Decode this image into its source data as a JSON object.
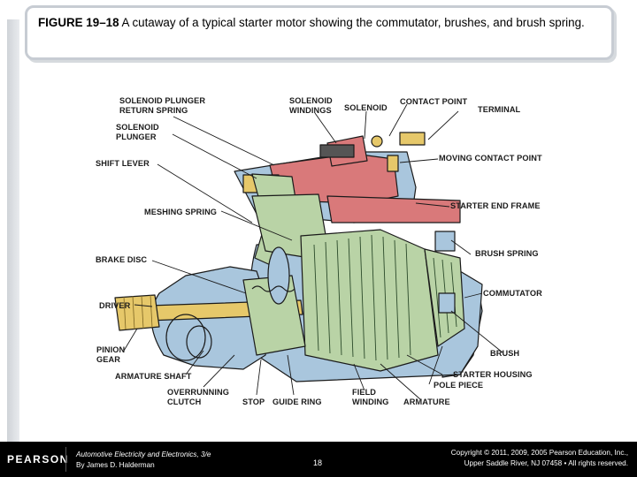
{
  "caption": {
    "figure_id": "FIGURE 19–18",
    "text": " A cutaway of a typical starter motor showing the commutator, brushes, and brush spring."
  },
  "diagram": {
    "labels": {
      "solenoid_plunger_return_spring": [
        "SOLENOID PLUNGER",
        "RETURN SPRING"
      ],
      "solenoid_windings": [
        "SOLENOID",
        "WINDINGS"
      ],
      "solenoid": "SOLENOID",
      "contact_point": "CONTACT POINT",
      "terminal": "TERMINAL",
      "solenoid_plunger": [
        "SOLENOID",
        "PLUNGER"
      ],
      "shift_lever": "SHIFT LEVER",
      "moving_contact_point": "MOVING CONTACT POINT",
      "meshing_spring": "MESHING SPRING",
      "starter_end_frame": "STARTER END FRAME",
      "brake_disc": "BRAKE DISC",
      "brush_spring": "BRUSH SPRING",
      "commutator": "COMMUTATOR",
      "driver": "DRIVER",
      "pinion_gear": [
        "PINION",
        "GEAR"
      ],
      "brush": "BRUSH",
      "armature_shaft": "ARMATURE SHAFT",
      "starter_housing": "STARTER HOUSING",
      "pole_piece": "POLE PIECE",
      "overrunning_clutch": [
        "OVERRUNNING",
        "CLUTCH"
      ],
      "stop": "STOP",
      "guide_ring": "GUIDE RING",
      "field_winding": [
        "FIELD",
        "WINDING"
      ],
      "armature": "ARMATURE"
    },
    "colors": {
      "housing": "#a9c6dd",
      "solenoid": "#d9797a",
      "armature": "#b9d3a6",
      "shaft": "#e6c86a",
      "outline": "#1a1a1a"
    }
  },
  "footer": {
    "logo": "PEARSON",
    "book_title": "Automotive Electricity and Electronics, 3/e",
    "author": "By James D. Halderman",
    "page": "18",
    "copyright_line1": "Copyright © 2011, 2009, 2005 Pearson Education, Inc.,",
    "copyright_line2": "Upper Saddle River, NJ 07458 • All rights reserved."
  }
}
